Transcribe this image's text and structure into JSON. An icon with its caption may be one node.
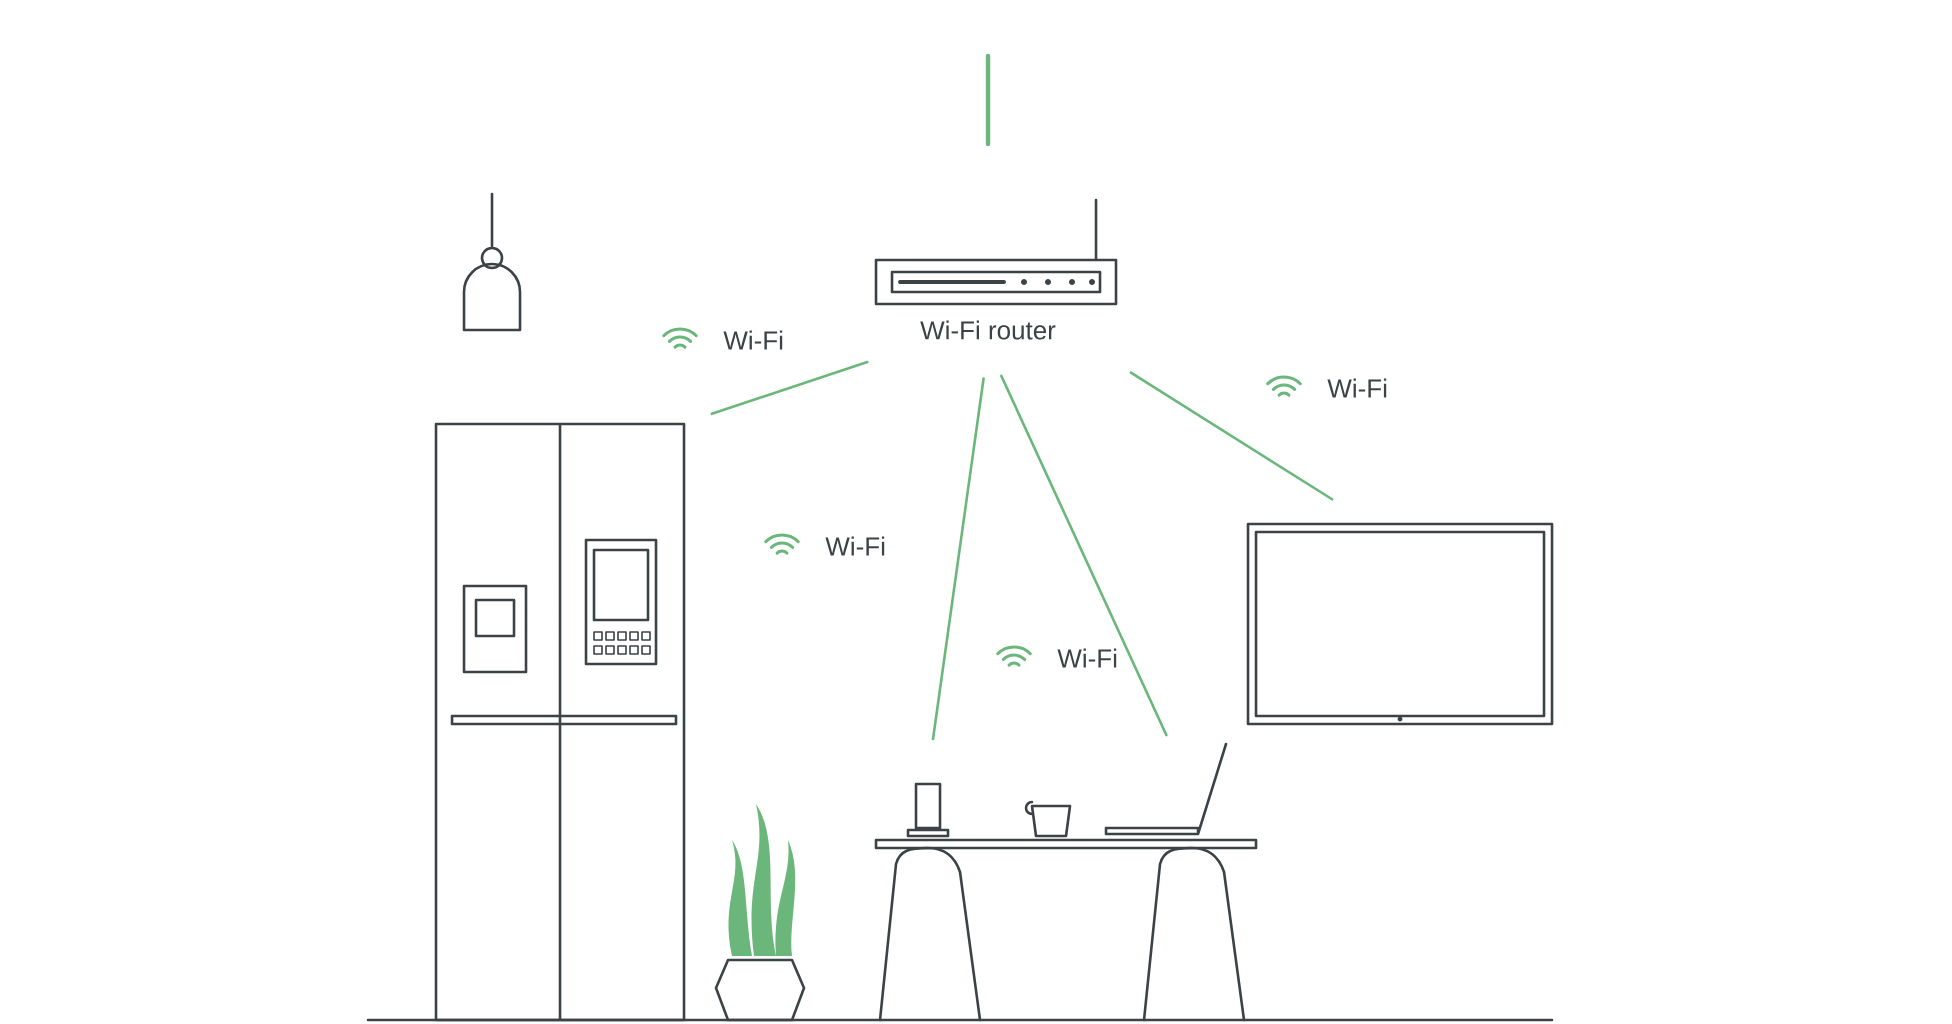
{
  "diagram": {
    "nodes": [
      {
        "text": [
          "Wi-Fi router"
        ]
      },
      {
        "text": [],
        "shape": "picture"
      },
      {
        "text": [],
        "shape": "picture"
      },
      {
        "text": [],
        "shape": "picture"
      },
      {
        "text": [],
        "shape": "picture"
      }
    ],
    "edges": [
      {
        "from": 0,
        "to": 1,
        "arrow": "none",
        "label": "Wi-Fi"
      },
      {
        "from": 0,
        "to": 2,
        "arrow": "none",
        "label": "Wi-Fi"
      },
      {
        "from": 0,
        "to": 3,
        "arrow": "none",
        "label": "Wi-Fi"
      },
      {
        "from": 0,
        "to": 4,
        "arrow": "none",
        "label": "Wi-Fi"
      }
    ]
  }
}
